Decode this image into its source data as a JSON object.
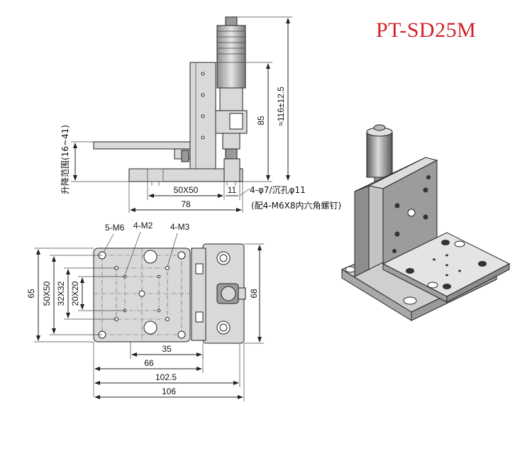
{
  "title": "PT-SD25M",
  "side_view": {
    "dim_85": "85",
    "dim_116": "≈116±12.5",
    "range_label": "升降范围(16~41)",
    "dim_50x50": "50X50",
    "dim_11": "11",
    "dim_78": "78",
    "hole_note": "4-φ7/沉孔φ11",
    "screw_note": "(配4-M6X8内六角螺钉)"
  },
  "top_view": {
    "label_m6": "5-M6",
    "label_m2": "4-M2",
    "label_m3": "4-M3",
    "dim_65": "65",
    "dim_50x50": "50X50",
    "dim_32x32": "32X32",
    "dim_20x20": "20X20",
    "dim_68": "68",
    "dim_35": "35",
    "dim_66": "66",
    "dim_102_5": "102.5",
    "dim_106": "106"
  },
  "colors": {
    "title": "#d2202b",
    "line": "#222222",
    "metal": "#d9d9d9"
  }
}
